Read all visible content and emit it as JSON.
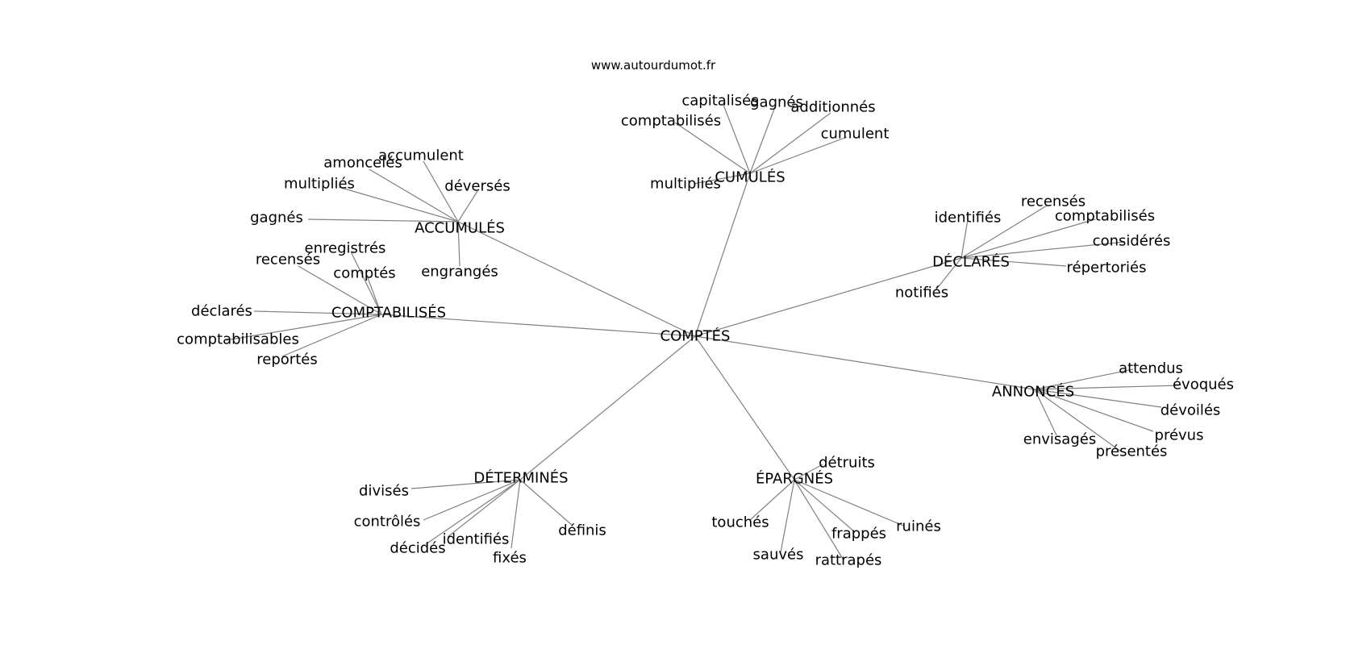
{
  "watermark": "www.autourdumot.fr",
  "graph": {
    "root": "COMPTÉS",
    "edge_color": "#808080",
    "clusters": [
      {
        "hub": "CUMULÉS",
        "leaves": [
          "capitalisés",
          "gagnés",
          "additionnés",
          "comptabilisés",
          "cumulent",
          "multipliés"
        ]
      },
      {
        "hub": "ACCUMULÉS",
        "leaves": [
          "accumulent",
          "amoncelés",
          "multipliés",
          "déversés",
          "gagnés",
          "engrangés"
        ]
      },
      {
        "hub": "COMPTABILISÉS",
        "leaves": [
          "enregistrés",
          "recensés",
          "comptés",
          "déclarés",
          "comptabilisables",
          "reportés"
        ]
      },
      {
        "hub": "DÉCLARÉS",
        "leaves": [
          "recensés",
          "identifiés",
          "comptabilisés",
          "considérés",
          "répertoriés",
          "notifiés"
        ]
      },
      {
        "hub": "ANNONCÉS",
        "leaves": [
          "attendus",
          "évoqués",
          "dévoilés",
          "prévus",
          "envisagés",
          "présentés"
        ]
      },
      {
        "hub": "DÉTERMINÉS",
        "leaves": [
          "divisés",
          "contrôlés",
          "décidés",
          "identifiés",
          "fixés",
          "définis"
        ]
      },
      {
        "hub": "ÉPARGNÉS",
        "leaves": [
          "détruits",
          "touchés",
          "frappés",
          "ruinés",
          "sauvés",
          "rattrapés"
        ]
      }
    ]
  }
}
